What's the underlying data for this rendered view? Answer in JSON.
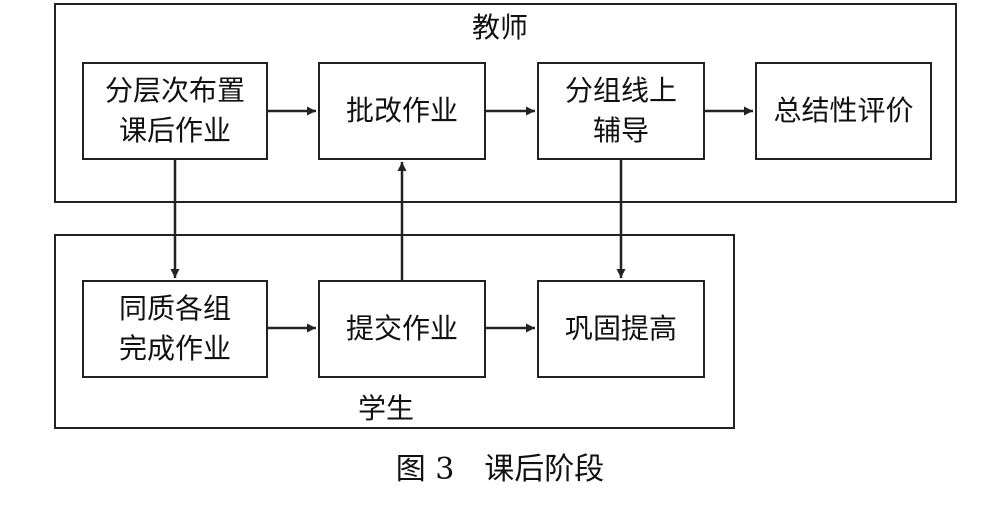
{
  "teacher": {
    "label": "教师",
    "boxes": {
      "layered_homework": [
        "分层次布置",
        "课后作业"
      ],
      "grading": [
        "批改作业"
      ],
      "online_tutoring": [
        "分组线上",
        "辅导"
      ],
      "summative": [
        "总结性评价"
      ]
    }
  },
  "student": {
    "label": "学生",
    "boxes": {
      "same_quality": [
        "同质各组",
        "完成作业"
      ],
      "submit": [
        "提交作业"
      ],
      "consolidate": [
        "巩固提高"
      ]
    }
  },
  "caption": "图 3　课后阶段"
}
